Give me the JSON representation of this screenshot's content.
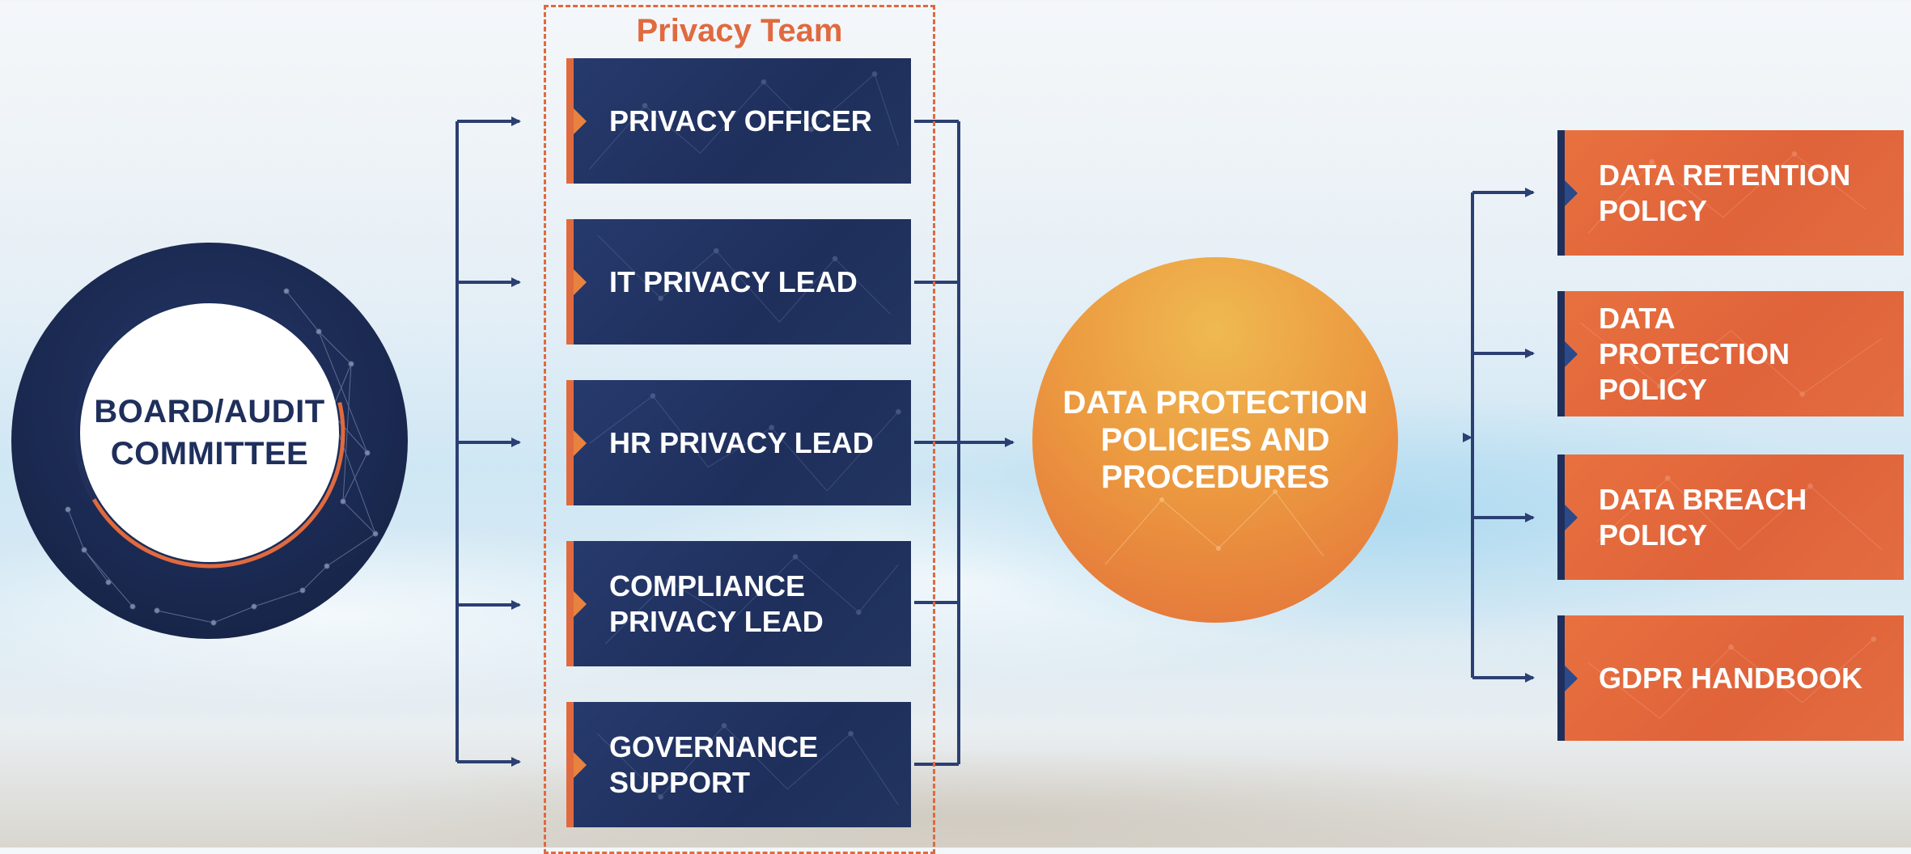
{
  "team": {
    "title": "Privacy Team",
    "roles": [
      {
        "label": "PRIVACY OFFICER"
      },
      {
        "label": "IT PRIVACY LEAD"
      },
      {
        "label": "HR PRIVACY LEAD"
      },
      {
        "label": "COMPLIANCE\nPRIVACY LEAD"
      },
      {
        "label": "GOVERNANCE\nSUPPORT"
      }
    ]
  },
  "board": {
    "line1": "BOARD/AUDIT",
    "line2": "COMMITTEE"
  },
  "center": {
    "label": "DATA PROTECTION\nPOLICIES AND\nPROCEDURES"
  },
  "policies": [
    {
      "label": "DATA RETENTION\nPOLICY"
    },
    {
      "label": "DATA\nPROTECTION\nPOLICY"
    },
    {
      "label": "DATA BREACH\nPOLICY"
    },
    {
      "label": "GDPR HANDBOOK"
    }
  ],
  "colors": {
    "navy": "#1f2f5c",
    "orange": "#e06a3f",
    "connector": "#2b3f72"
  }
}
